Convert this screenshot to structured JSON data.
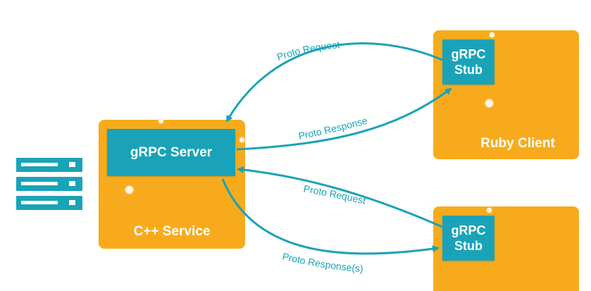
{
  "colors": {
    "service_box": "#f7ab1c",
    "grpc_box": "#1aa3b8",
    "arrow": "#1aa3b8",
    "database": "#1aa3b8",
    "label_text": "#1aa3b8"
  },
  "cpp_service": {
    "label": "C++ Service",
    "server": {
      "label": "gRPC Server"
    }
  },
  "ruby_client": {
    "label": "Ruby Client",
    "stub": {
      "label_line1": "gRPC",
      "label_line2": "Stub"
    }
  },
  "second_client": {
    "stub": {
      "label_line1": "gRPC",
      "label_line2": "Stub"
    }
  },
  "arrows": {
    "ruby_request": "Proto Request",
    "ruby_response": "Proto Response",
    "second_request": "Proto Request",
    "second_response": "Proto Response(s)"
  },
  "database_icon": "server-rack-icon"
}
